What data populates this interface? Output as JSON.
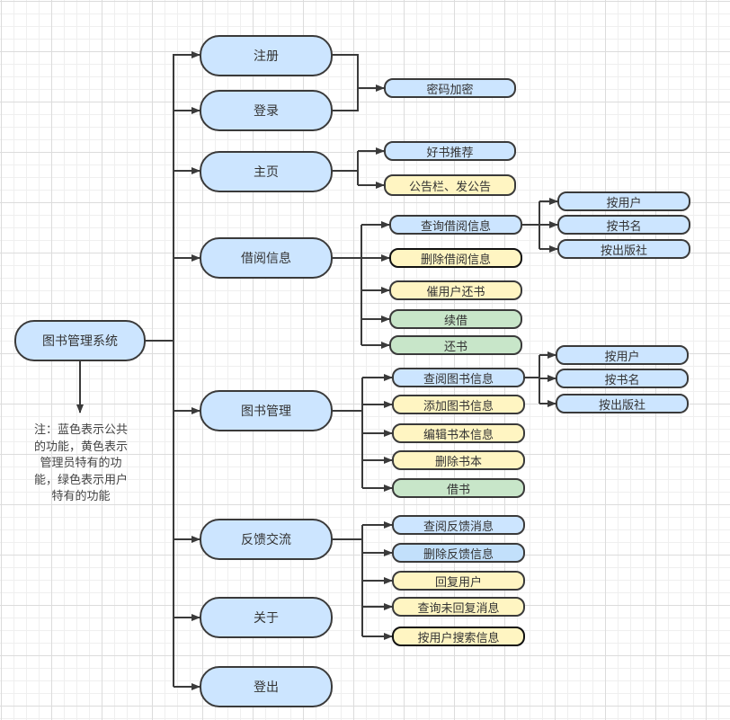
{
  "diagram": {
    "root": {
      "label": "图书管理系统",
      "color": "blue"
    },
    "note": "注：蓝色表示公共的功能，黄色表示管理员特有的功能，绿色表示用户特有的功能",
    "legend_colors": {
      "blue": "#cce5ff",
      "yellow": "#fff5c2",
      "green": "#c8e6c9",
      "border": "#3a3a3a",
      "edge": "#3a3a3a"
    },
    "modules": [
      {
        "label": "注册",
        "color": "blue"
      },
      {
        "label": "登录",
        "color": "blue"
      },
      {
        "label": "主页",
        "color": "blue"
      },
      {
        "label": "借阅信息",
        "color": "blue"
      },
      {
        "label": "图书管理",
        "color": "blue"
      },
      {
        "label": "反馈交流",
        "color": "blue"
      },
      {
        "label": "关于",
        "color": "blue"
      },
      {
        "label": "登出",
        "color": "blue"
      }
    ],
    "auth_shared": {
      "label": "密码加密",
      "color": "blue",
      "from": [
        "注册",
        "登录"
      ]
    },
    "home_children": [
      {
        "label": "好书推荐",
        "color": "blue"
      },
      {
        "label": "公告栏、发公告",
        "color": "yellow"
      }
    ],
    "borrow_children": [
      {
        "label": "查询借阅信息",
        "color": "blue"
      },
      {
        "label": "删除借阅信息",
        "color": "yellow"
      },
      {
        "label": "催用户还书",
        "color": "yellow"
      },
      {
        "label": "续借",
        "color": "green"
      },
      {
        "label": "还书",
        "color": "green"
      }
    ],
    "borrow_query_children": [
      {
        "label": "按用户",
        "color": "blue"
      },
      {
        "label": "按书名",
        "color": "blue"
      },
      {
        "label": "按出版社",
        "color": "blue"
      }
    ],
    "book_children": [
      {
        "label": "查阅图书信息",
        "color": "blue"
      },
      {
        "label": "添加图书信息",
        "color": "yellow"
      },
      {
        "label": "编辑书本信息",
        "color": "yellow"
      },
      {
        "label": "删除书本",
        "color": "yellow"
      },
      {
        "label": "借书",
        "color": "green"
      }
    ],
    "book_query_children": [
      {
        "label": "按用户",
        "color": "blue"
      },
      {
        "label": "按书名",
        "color": "blue"
      },
      {
        "label": "按出版社",
        "color": "blue"
      }
    ],
    "feedback_children": [
      {
        "label": "查阅反馈消息",
        "color": "blue"
      },
      {
        "label": "删除反馈信息",
        "color": "blue"
      },
      {
        "label": "回复用户",
        "color": "yellow"
      },
      {
        "label": "查询未回复消息",
        "color": "yellow"
      },
      {
        "label": "按用户搜索信息",
        "color": "yellow"
      }
    ]
  }
}
